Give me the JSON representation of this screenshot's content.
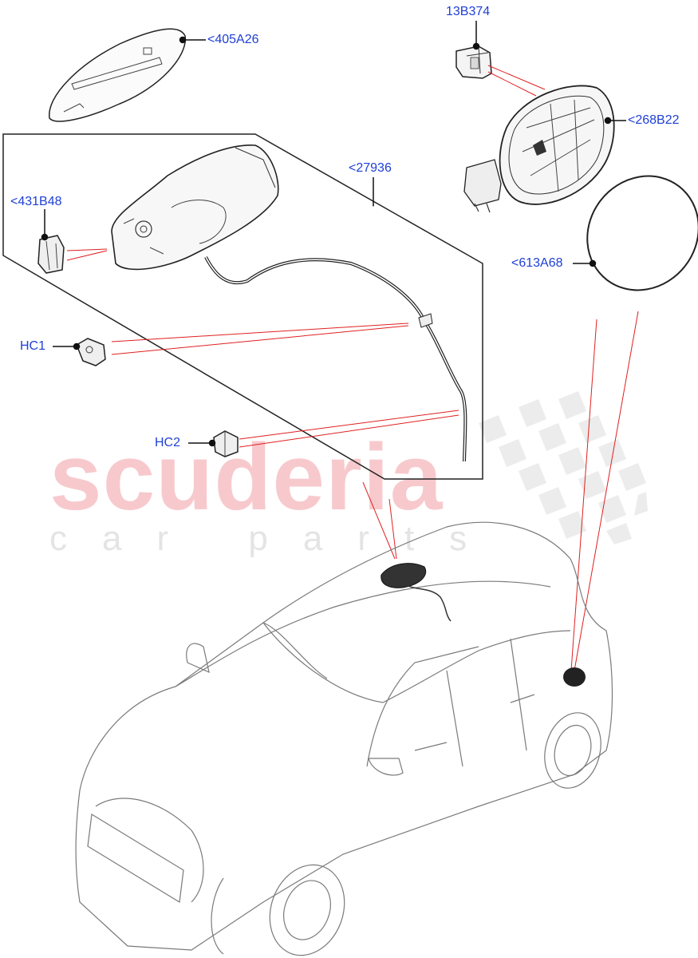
{
  "watermark": {
    "main": "scuderia",
    "sub": "car parts"
  },
  "callouts": [
    {
      "id": "405A26",
      "label": "<405A26"
    },
    {
      "id": "13B374",
      "label": "13B374"
    },
    {
      "id": "268B22",
      "label": "<268B22"
    },
    {
      "id": "27936",
      "label": "<27936"
    },
    {
      "id": "431B48",
      "label": "<431B48"
    },
    {
      "id": "613A68",
      "label": "<613A68"
    },
    {
      "id": "HC1",
      "label": "HC1"
    },
    {
      "id": "HC2",
      "label": "HC2"
    }
  ],
  "colors": {
    "callout_text": "#1f3fd6",
    "leader_line": "#e02020",
    "part_line": "#222222",
    "vehicle_line": "#777777",
    "watermark_text": "#f7c9cd"
  }
}
